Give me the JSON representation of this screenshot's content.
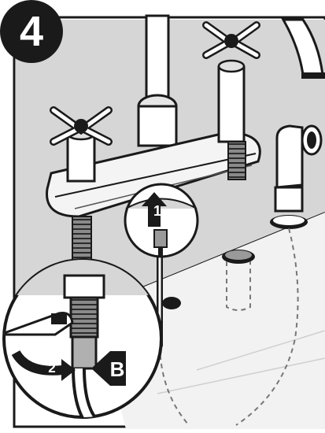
{
  "step": {
    "number": "4"
  },
  "callouts": {
    "up_arrow_number": "1",
    "wrench_turn_number": "2",
    "part_label": "B"
  },
  "icons": [
    "step-number-badge",
    "up-arrow-icon",
    "curved-arrow-icon",
    "pointer-arrow-icon"
  ],
  "colors": {
    "ink": "#1a1a1a",
    "counter_gray": "#d4d4d4",
    "background": "#ffffff"
  }
}
